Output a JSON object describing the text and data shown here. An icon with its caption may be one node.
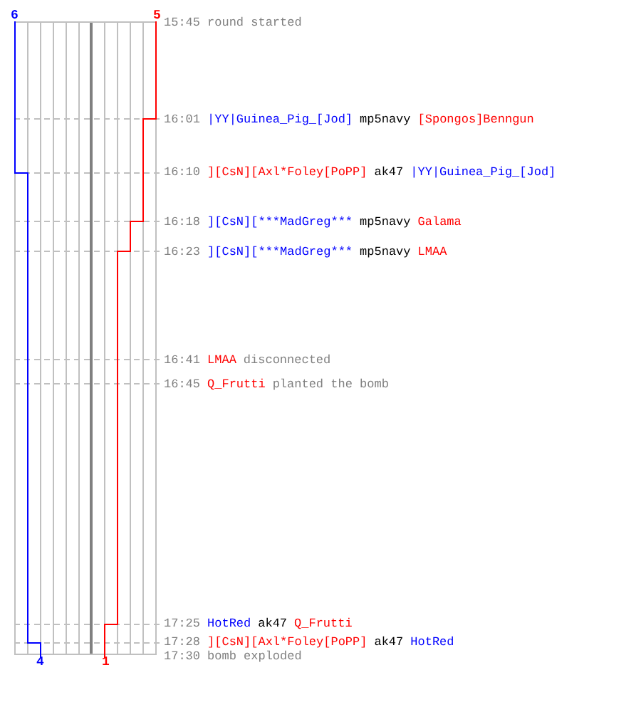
{
  "diagram": {
    "labels": [
      "6",
      "5",
      "15:45",
      "round started",
      "16:01",
      "|YY|Guinea_Pig_[Jod]",
      "mp5navy",
      "[Spongos]Benngun",
      "16:10",
      "][CsN][Axl*Foley[PoPP]",
      "ak47",
      "|YY|Guinea_Pig_[Jod]",
      "16:18",
      "][CsN][***MadGreg***",
      "mp5navy",
      "Galama",
      "16:23",
      "][CsN][***MadGreg***",
      "mp5navy",
      "LMAA",
      "16:41",
      "LMAA",
      "disconnected",
      "16:45",
      "Q_Frutti",
      "planted the bomb",
      "17:25",
      "HotRed",
      "ak47",
      "Q_Frutti",
      "17:28",
      "][CsN][Axl*Foley[PoPP]",
      "ak47",
      "HotRed",
      "4",
      "1",
      "17:30",
      "bomb exploded"
    ]
  }
}
